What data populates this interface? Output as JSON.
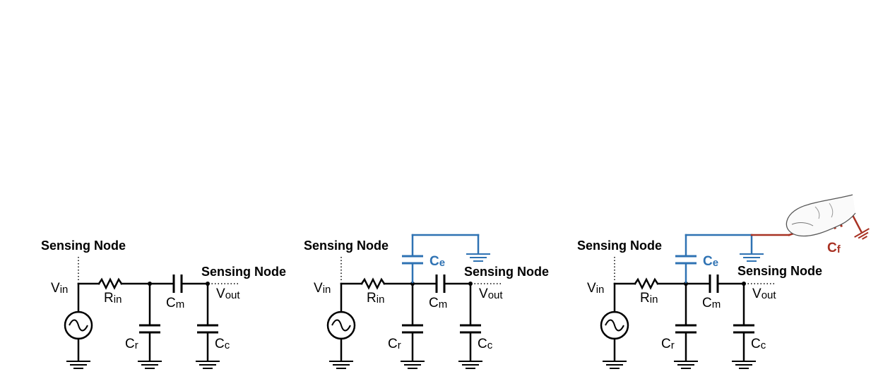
{
  "colors": {
    "wire": "#000000",
    "electrode": "#2e72b3",
    "finger": "#a83223"
  },
  "circuits": [
    {
      "sensing_node_left": "Sensing Node",
      "sensing_node_right": "Sensing Node",
      "v_in": "V",
      "v_in_sub": "in",
      "r_in": "R",
      "r_in_sub": "in",
      "c_m": "C",
      "c_m_sub": "m",
      "v_out": "V",
      "v_out_sub": "out",
      "c_r": "C",
      "c_r_sub": "r",
      "c_c": "C",
      "c_c_sub": "c"
    },
    {
      "sensing_node_left": "Sensing Node",
      "sensing_node_right": "Sensing Node",
      "v_in": "V",
      "v_in_sub": "in",
      "r_in": "R",
      "r_in_sub": "in",
      "c_m": "C",
      "c_m_sub": "m",
      "v_out": "V",
      "v_out_sub": "out",
      "c_r": "C",
      "c_r_sub": "r",
      "c_c": "C",
      "c_c_sub": "c",
      "c_e": "C",
      "c_e_sub": "e"
    },
    {
      "sensing_node_left": "Sensing Node",
      "sensing_node_right": "Sensing Node",
      "v_in": "V",
      "v_in_sub": "in",
      "r_in": "R",
      "r_in_sub": "in",
      "c_m": "C",
      "c_m_sub": "m",
      "v_out": "V",
      "v_out_sub": "out",
      "c_r": "C",
      "c_r_sub": "r",
      "c_c": "C",
      "c_c_sub": "c",
      "c_e": "C",
      "c_e_sub": "e",
      "c_f": "C",
      "c_f_sub": "f"
    }
  ]
}
